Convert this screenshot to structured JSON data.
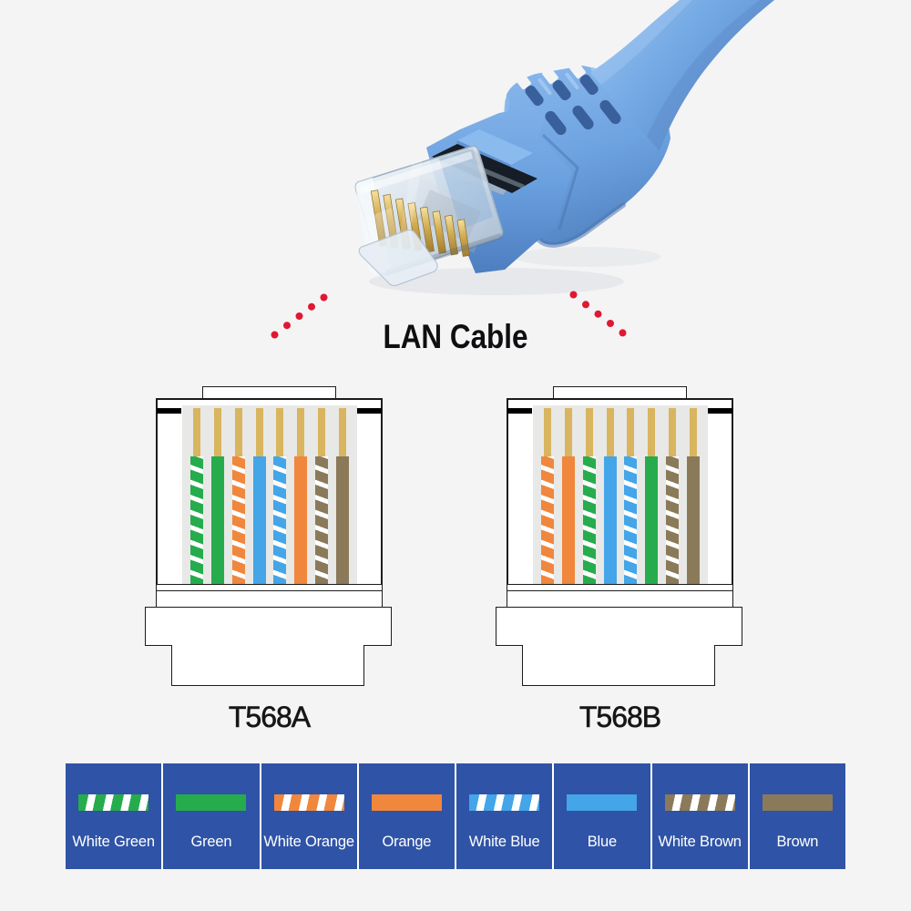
{
  "title": "LAN Cable",
  "connectors": [
    {
      "label": "T568A",
      "wires": [
        "white-green",
        "green",
        "white-orange",
        "blue",
        "white-blue",
        "orange",
        "white-brown",
        "brown"
      ]
    },
    {
      "label": "T568B",
      "wires": [
        "white-orange",
        "orange",
        "white-green",
        "blue",
        "white-blue",
        "green",
        "white-brown",
        "brown"
      ]
    }
  ],
  "legend": [
    {
      "label": "White Green",
      "swatch": "white-green"
    },
    {
      "label": "Green",
      "swatch": "green"
    },
    {
      "label": "White Orange",
      "swatch": "white-orange"
    },
    {
      "label": "Orange",
      "swatch": "orange"
    },
    {
      "label": "White Blue",
      "swatch": "white-blue"
    },
    {
      "label": "Blue",
      "swatch": "blue"
    },
    {
      "label": "White Brown",
      "swatch": "white-brown"
    },
    {
      "label": "Brown",
      "swatch": "brown"
    }
  ],
  "colors": {
    "background": "#f4f4f5",
    "green": "#26ac4d",
    "orange": "#f0873d",
    "blue": "#44a5e8",
    "brown": "#8b7a5a",
    "white": "#ffffff",
    "gold_pin": "#d8b55e",
    "legend_bg": "#2f53a6",
    "dot_red": "#e01832",
    "cable_blue": "#6ca2de",
    "outline_ink": "#1c1c1c"
  }
}
